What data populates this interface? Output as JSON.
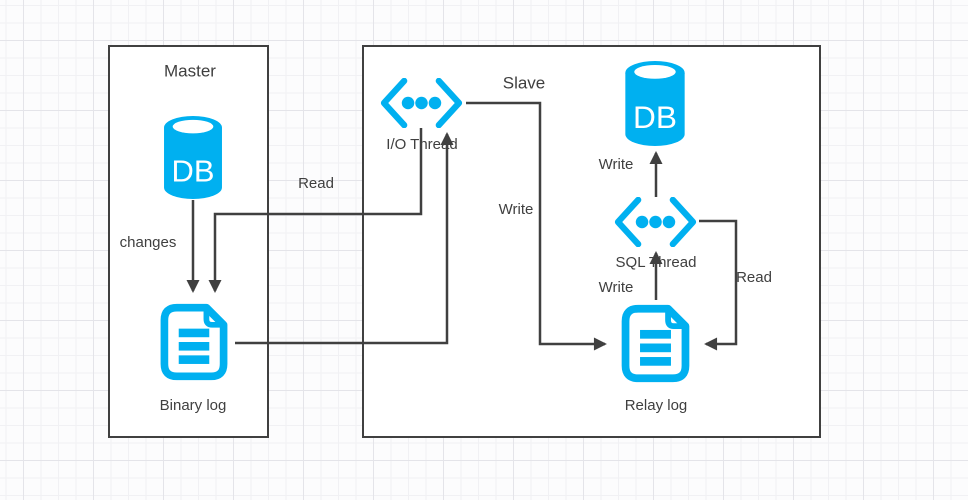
{
  "diagram": {
    "master": {
      "title": "Master",
      "db_label": "DB",
      "changes_label": "changes",
      "binary_log_label": "Binary log"
    },
    "slave": {
      "title": "Slave",
      "db_label": "DB",
      "io_thread_label": "I/O Thread",
      "sql_thread_label": "SQL Thread",
      "relay_log_label": "Relay log"
    },
    "edges": {
      "read_binlog": "Read",
      "write_relay_from_io": "Write",
      "write_db": "Write",
      "write_relay": "Write",
      "read_relay": "Read"
    },
    "colors": {
      "accent": "#00b0f0",
      "line": "#404040",
      "text": "#3f3f3f"
    }
  }
}
